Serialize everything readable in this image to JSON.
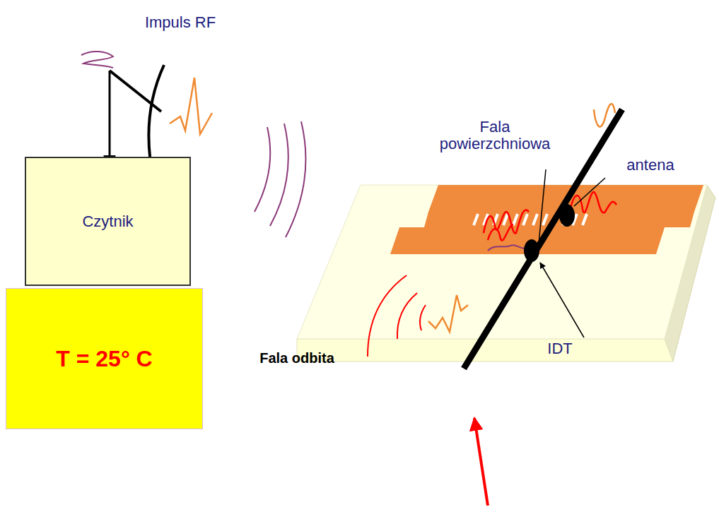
{
  "diagram": {
    "nodes": [
      {
        "text": [
          "Czytnik"
        ]
      },
      {
        "text": [
          "T = 25° C"
        ]
      }
    ],
    "labels": [
      "Impuls RF",
      "Fala powierzchniowa",
      "antena",
      "Fala odbita",
      "IDT"
    ]
  }
}
